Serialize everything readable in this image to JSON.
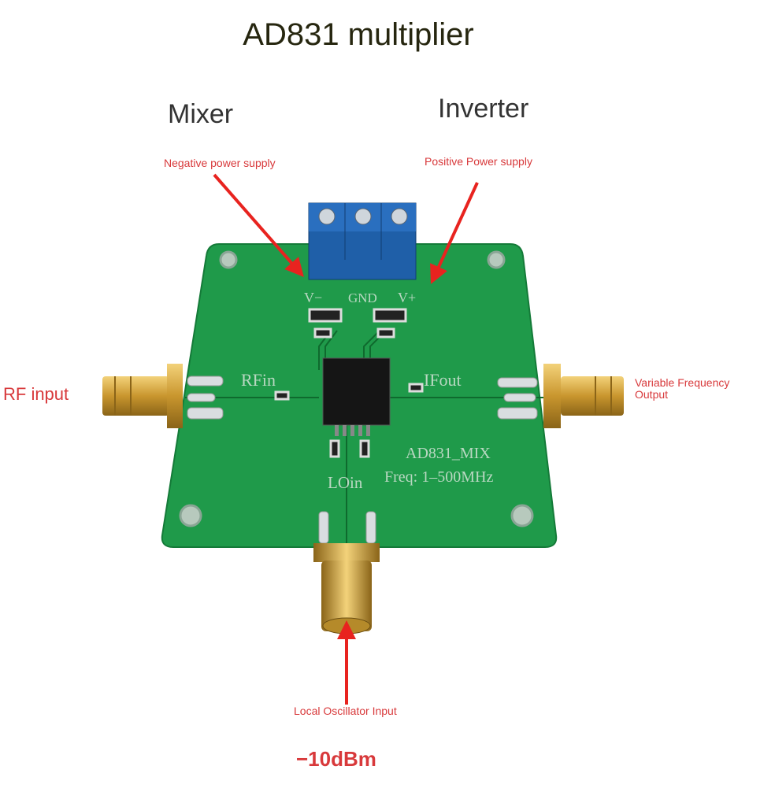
{
  "title": "AD831 multiplier",
  "modes": {
    "left": "Mixer",
    "right": "Inverter"
  },
  "annotations": {
    "negative_supply": "Negative power supply",
    "positive_supply": "Positive Power supply",
    "rf_input": "RF input",
    "vfo_line1": "Variable Frequency",
    "vfo_line2": "Output",
    "lo_input": "Local Oscillator Input",
    "lo_level": "−10dBm"
  },
  "board_silkscreen": {
    "v_minus": "V−",
    "gnd": "GND",
    "v_plus": "V+",
    "rfin": "RFin",
    "ifout": "IFout",
    "board_name": "AD831_MIX",
    "freq": "Freq: 1–500MHz",
    "loin": "LOin"
  },
  "colors": {
    "arrow": "#e8231f",
    "board": "#1f9a4a",
    "terminal": "#1f5fa8",
    "label_red": "#d8393b"
  }
}
